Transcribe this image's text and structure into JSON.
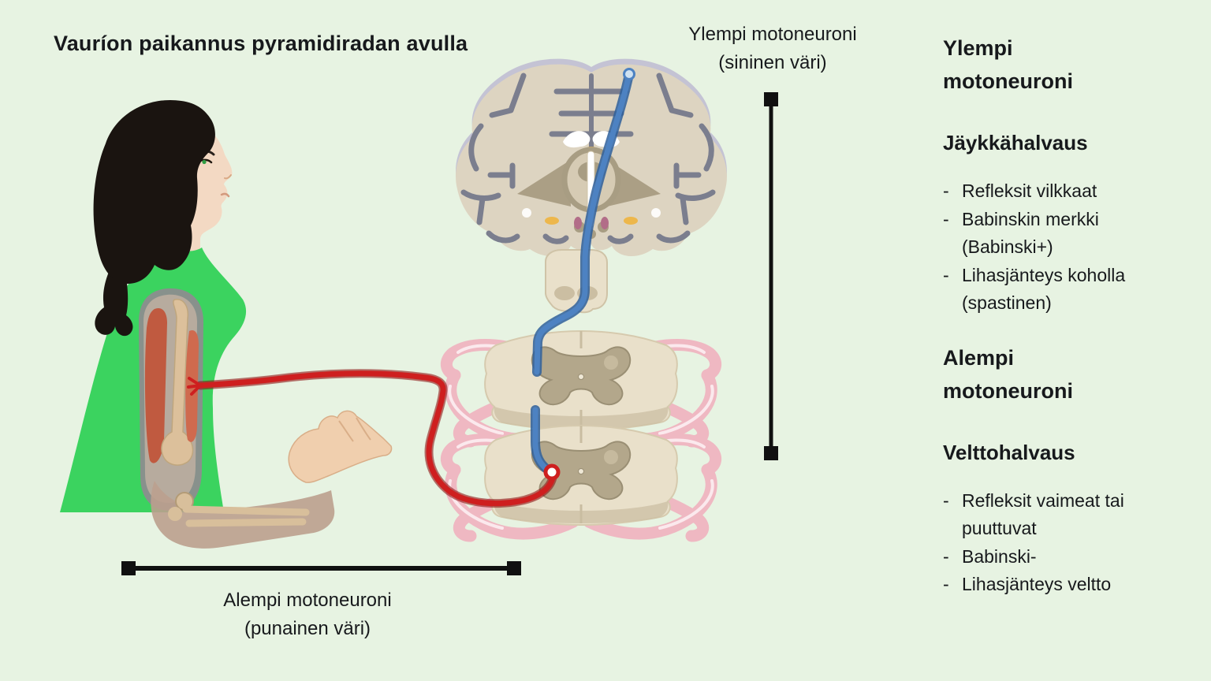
{
  "title": "Vauríon paikannus pyramidiradan avulla",
  "annotations": {
    "upper_neuron_label": {
      "line1": "Ylempi motoneuroni",
      "line2": "(sininen väri)"
    },
    "lower_neuron_label": {
      "line1": "Alempi motoneuroni",
      "line2": "(punainen väri)"
    }
  },
  "side_panel": {
    "bullet": "-",
    "upper": {
      "heading": "Ylempi motoneuroni",
      "condition": "Jäykkähalvaus",
      "items": [
        {
          "line1": "Refleksit vilkkaat",
          "line2": ""
        },
        {
          "line1": "Babinskin merkki",
          "line2": "(Babinski+)"
        },
        {
          "line1": "Lihasjänteys koholla",
          "line2": "(spastinen)"
        }
      ]
    },
    "lower": {
      "heading": "Alempi motoneuroni",
      "condition": "Velttohalvaus",
      "items": [
        {
          "line1": "Refleksit vaimeat tai",
          "line2": "puuttuvat"
        },
        {
          "line1": "Babinski-",
          "line2": ""
        },
        {
          "line1": "Lihasjänteys veltto",
          "line2": ""
        }
      ]
    }
  },
  "colors": {
    "background": "#e7f3e2",
    "text": "#17191c",
    "upper-neuron-blue": "#4d82c2",
    "upper-neuron-blue-dark": "#2e5f9b",
    "lower-neuron-red": "#ce1f1f",
    "lower-neuron-red-dark": "#8f1414",
    "nerve-root-pink": "#efb8c2",
    "cord-beige": "#e9e0ca",
    "cord-shade": "#cdc1a5",
    "gray-matter": "#b3a78b",
    "cortex-beige": "#ddd4c1",
    "cortex-rim": "#c4c3d4",
    "sulci-gray": "#7b7e8e",
    "shirt-green": "#3bd35f",
    "skin": "#f3d9c3",
    "hair-black": "#1a1410",
    "muscle-red": "#cd6247",
    "bone-tan": "#dcc09b",
    "marker-black": "#101010"
  }
}
